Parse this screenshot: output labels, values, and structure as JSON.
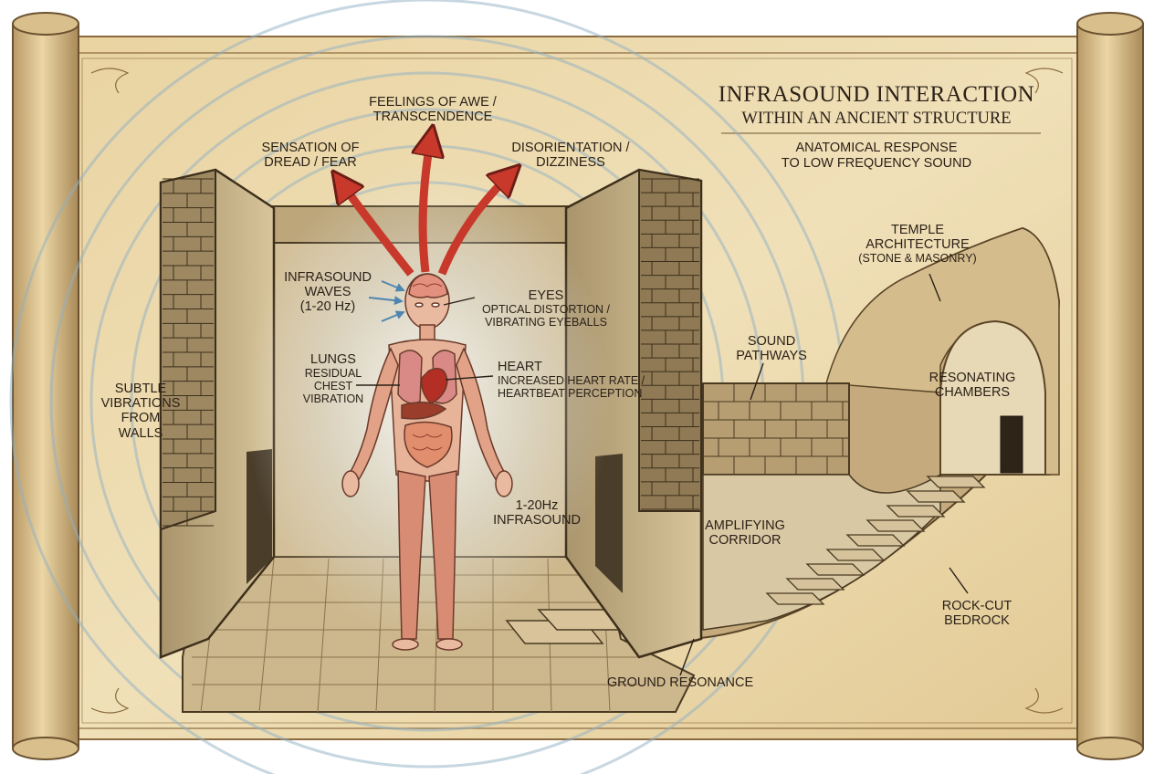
{
  "title": {
    "line1": "INFRASOUND INTERACTION",
    "line2": "WITHIN AN ANCIENT STRUCTURE",
    "subtitle1": "ANATOMICAL RESPONSE",
    "subtitle2": "TO LOW FREQUENCY SOUND"
  },
  "effects": {
    "awe": [
      "FEELINGS OF AWE /",
      "TRANSCENDENCE"
    ],
    "dread": [
      "SENSATION OF",
      "DREAD / FEAR"
    ],
    "disorientation": [
      "DISORIENTATION /",
      "DIZZINESS"
    ]
  },
  "body_labels": {
    "infrasound_waves": [
      "INFRASOUND",
      "WAVES",
      "(1-20 Hz)"
    ],
    "eyes_title": "EYES",
    "eyes_desc": [
      "OPTICAL DISTORTION /",
      "VIBRATING EYEBALLS"
    ],
    "lungs_title": "LUNGS",
    "lungs_desc": [
      "RESIDUAL",
      "CHEST",
      "VIBRATION"
    ],
    "heart_title": "HEART",
    "heart_desc": [
      "INCREASED HEART RATE /",
      "HEARTBEAT PERCEPTION"
    ],
    "infrasound_freq": [
      "1-20Hz",
      "INFRASOUND"
    ]
  },
  "structure_labels": {
    "walls": [
      "SUBTLE",
      "VIBRATIONS",
      "FROM",
      "WALLS"
    ],
    "temple": [
      "TEMPLE",
      "ARCHITECTURE",
      "(STONE & MASONRY)"
    ],
    "pathways": [
      "SOUND",
      "PATHWAYS"
    ],
    "chambers": [
      "RESONATING",
      "CHAMBERS"
    ],
    "corridor": [
      "AMPLIFYING",
      "CORRIDOR"
    ],
    "bedrock": [
      "ROCK-CUT",
      "BEDROCK"
    ],
    "ground": "GROUND RESONANCE"
  },
  "colors": {
    "parchment": "#ecd9ad",
    "ink": "#2b2118",
    "arrow_red": "#c8392b",
    "stone": "#c9b48a",
    "wave": "#8fb0c4",
    "muscle": "#c2614a"
  }
}
